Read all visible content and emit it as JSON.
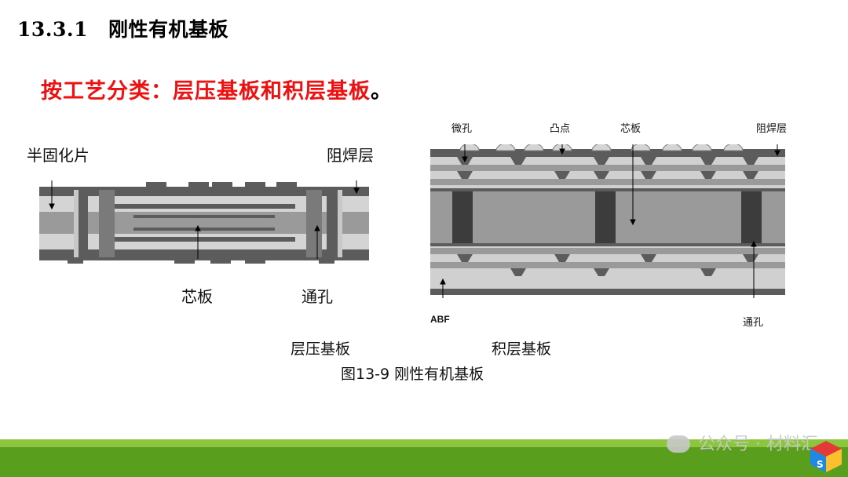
{
  "heading": {
    "number": "13.3.1",
    "title": "刚性有机基板"
  },
  "subtitle": {
    "text": "按工艺分类：层压基板和积层基板",
    "end": "。"
  },
  "left_diagram": {
    "labels": {
      "prepreg": "半固化片",
      "solder_mask": "阻焊层",
      "core": "芯板",
      "via": "通孔"
    },
    "caption": "层压基板"
  },
  "right_diagram": {
    "labels": {
      "microvia": "微孔",
      "bump": "凸点",
      "core": "芯板",
      "solder_mask": "阻焊层",
      "abf": "ABF",
      "via": "通孔"
    },
    "caption": "积层基板"
  },
  "figure_caption": "图13-9  刚性有机基板",
  "watermark": {
    "text": "公众号 · 材料汇"
  },
  "colors": {
    "title_red": "#ee1111",
    "footer_light": "#8cc63f",
    "footer_dark": "#5a9e1e",
    "layer_dark": "#5c5c5c",
    "layer_mid": "#9a9a9a",
    "layer_light": "#d4d4d4"
  }
}
